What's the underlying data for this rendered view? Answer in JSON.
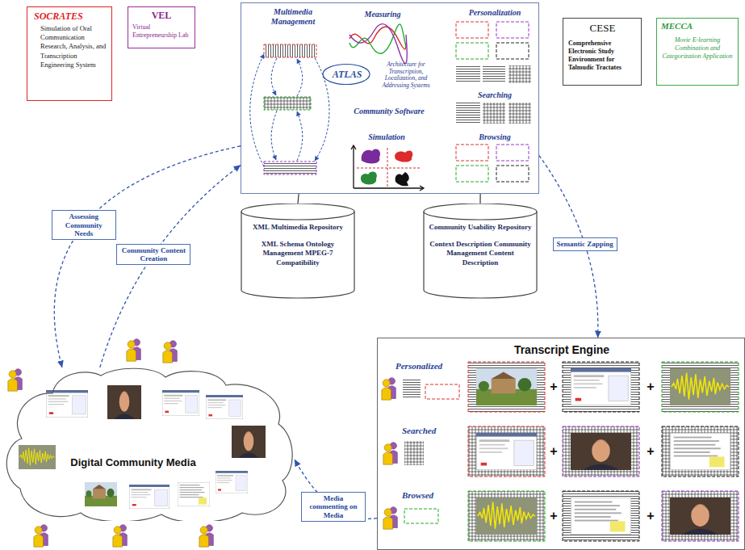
{
  "diagram": {
    "nodes": [
      {
        "text": [
          "SOCRATES",
          "Simulation of Oral Communication Research, Analysis, and Transcription Engineering System"
        ]
      },
      {
        "text": [
          "VEL",
          "Virtual Entrepreneurship Lab"
        ]
      },
      {
        "text": [
          "Multimedia Management",
          "Measuring",
          "Personalization",
          "ATLAS",
          "Architecture for Transcription, Localization, and Addressing Systems",
          "Community Software",
          "Searching",
          "Simulation",
          "Browsing"
        ]
      },
      {
        "text": [
          "CESE",
          "Comprehensive Electronic Study Environment for Talmudic Tractates"
        ]
      },
      {
        "text": [
          "MECCA",
          "Movie E-learning Combination and Categorization Application"
        ]
      },
      {
        "text": [
          "XML Multimedia Repository",
          "XML Schema Ontology Management MPEG-7 Compatibility"
        ]
      },
      {
        "text": [
          "Community Usability Repository",
          "Context Description Community Management Content Description"
        ]
      },
      {
        "text": [
          "Digital Community Media"
        ]
      },
      {
        "text": [
          "Transcript Engine",
          "Personalized",
          "Searched",
          "Browsed"
        ]
      }
    ],
    "edges": [
      {
        "from": 2,
        "to": 5,
        "arrow": "none"
      },
      {
        "from": 2,
        "to": 6,
        "arrow": "none"
      },
      {
        "from": 2,
        "to": 7,
        "label": "Assessing Community Needs",
        "arrow": "to"
      },
      {
        "from": 7,
        "to": 2,
        "label": "Community Content Creation",
        "arrow": "to"
      },
      {
        "from": 2,
        "to": 8,
        "label": "Semantic Zapping",
        "arrow": "to"
      },
      {
        "from": 8,
        "to": 7,
        "label": "Media commenting on Media",
        "arrow": "to"
      }
    ],
    "labels": [
      "+",
      "+",
      "+",
      "+",
      "+",
      "+"
    ]
  }
}
